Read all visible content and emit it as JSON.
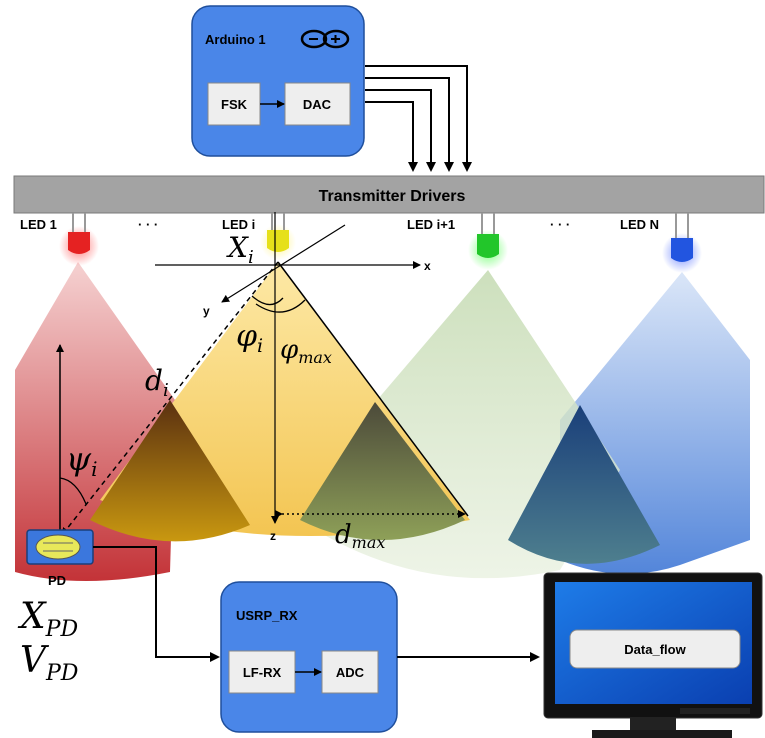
{
  "arduino": {
    "title": "Arduino 1",
    "logo": "⊖⊕",
    "fsk": "FSK",
    "dac": "DAC"
  },
  "bar": {
    "label": "Transmitter Drivers"
  },
  "leds": [
    {
      "label": "LED 1",
      "color": "#e52222"
    },
    {
      "label": "LED i",
      "color": "#e6e01a"
    },
    {
      "label": "LED i+1",
      "color": "#22c62a"
    },
    {
      "label": "LED N",
      "color": "#2255e0"
    }
  ],
  "ellipsis": "· · ·",
  "axes": {
    "x": "x",
    "y": "y",
    "z": "z"
  },
  "math": {
    "xi": "X",
    "xi_sub": "i",
    "phi": "φ",
    "phi_sub": "i",
    "phimax": "φ",
    "phimax_sub": "max",
    "di": "d",
    "di_sub": "i",
    "psi": "ψ",
    "psi_sub": "i",
    "dmax": "d",
    "dmax_sub": "max",
    "xpd": "X",
    "xpd_sub": "PD",
    "vpd": "V",
    "vpd_sub": "PD"
  },
  "pd": {
    "label": "PD"
  },
  "usrp": {
    "title": "USRP_RX",
    "lfrx": "LF-RX",
    "adc": "ADC"
  },
  "monitor": {
    "label": "Data_flow"
  },
  "colors": {
    "block_blue": "#4a86e8",
    "inner_box": "#eeeeee",
    "bar_gray": "#a3a3a3",
    "red_cone": "#cc3b3b",
    "yellow_cone": "#f0c040",
    "green_cone": "#6fa35a",
    "blue_cone": "#4a7fd8"
  }
}
